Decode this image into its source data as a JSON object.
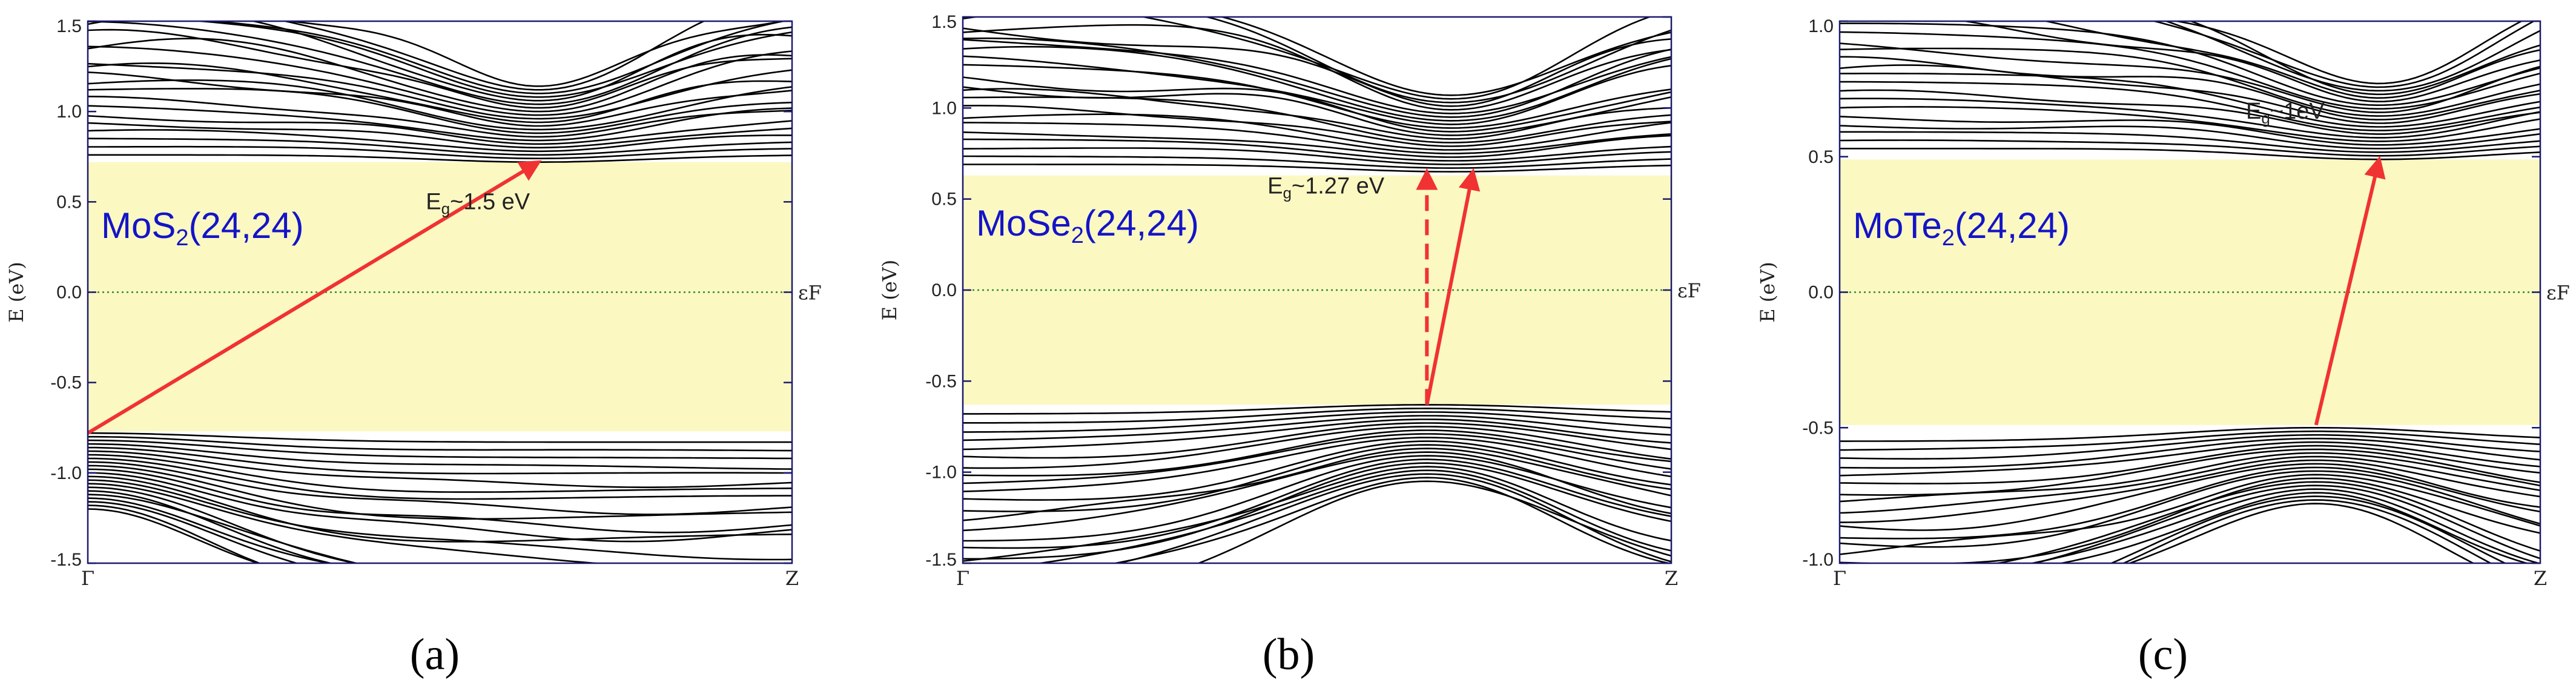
{
  "chart_data": [
    {
      "type": "line",
      "panel": "(a)",
      "material_base": "MoS",
      "material_sub": "2",
      "material_tail": "(24,24)",
      "ylabel": "E (eV)",
      "fermi_label": "εF",
      "x_ticks": [
        "Γ",
        "Z"
      ],
      "ylim": [
        -1.5,
        1.5
      ],
      "y_ticks": [
        "1.5",
        "1.0",
        "0.5",
        "0.0",
        "-0.5",
        "-1.0",
        "-1.5"
      ],
      "y_tick_values": [
        1.5,
        1.0,
        0.5,
        0.0,
        -0.5,
        -1.0,
        -1.5
      ],
      "gap_shade": [
        -0.77,
        0.72
      ],
      "gap_text": "Eg~1.5 eV",
      "gap_text_pre": "E",
      "gap_text_sub": "g",
      "gap_text_post": "~1.5 eV",
      "arrows": [
        {
          "x0": 0.0,
          "y0": -0.78,
          "x1": 0.64,
          "y1": 0.72,
          "style": "solid"
        }
      ],
      "valence": {
        "top": -0.78,
        "peak_x": 0.0,
        "bottom": -1.5
      },
      "conduction": {
        "min": 0.72,
        "min_x": 0.64,
        "top": 1.5
      }
    },
    {
      "type": "line",
      "panel": "(b)",
      "material_base": "MoSe",
      "material_sub": "2",
      "material_tail": "(24,24)",
      "ylabel": "E (eV)",
      "fermi_label": "εF",
      "x_ticks": [
        "Γ",
        "Z"
      ],
      "ylim": [
        -1.5,
        1.5
      ],
      "y_ticks": [
        "1.5",
        "1.0",
        "0.5",
        "0.0",
        "-0.5",
        "-1.0",
        "-1.5"
      ],
      "y_tick_values": [
        1.5,
        1.0,
        0.5,
        0.0,
        -0.5,
        -1.0,
        -1.5
      ],
      "gap_shade": [
        -0.63,
        0.63
      ],
      "gap_text": "Eg~1.27 eV",
      "gap_text_pre": "E",
      "gap_text_sub": "g",
      "gap_text_post": "~1.27 eV",
      "arrows": [
        {
          "x0": 0.655,
          "y0": -0.63,
          "x1": 0.655,
          "y1": 0.65,
          "style": "dashed"
        },
        {
          "x0": 0.655,
          "y0": -0.63,
          "x1": 0.72,
          "y1": 0.65,
          "style": "solid"
        }
      ],
      "valence": {
        "top": -0.63,
        "peak_x": 0.655,
        "bottom": -1.5
      },
      "conduction": {
        "min": 0.65,
        "min_x": 0.69,
        "top": 1.5
      }
    },
    {
      "type": "line",
      "panel": "(c)",
      "material_base": "MoTe",
      "material_sub": "2",
      "material_tail": "(24,24)",
      "ylabel": "E (eV)",
      "fermi_label": "εF",
      "x_ticks": [
        "Γ",
        "Z"
      ],
      "ylim": [
        -1.0,
        1.0
      ],
      "y_ticks": [
        "1.0",
        "0.5",
        "0.0",
        "-0.5",
        "-1.0"
      ],
      "y_tick_values": [
        1.0,
        0.5,
        0.0,
        -0.5,
        -1.0
      ],
      "gap_shade": [
        -0.49,
        0.49
      ],
      "gap_text": "Eg~1eV",
      "gap_text_pre": "E",
      "gap_text_sub": "g",
      "gap_text_post": "~1eV",
      "arrows": [
        {
          "x0": 0.68,
          "y0": -0.49,
          "x1": 0.77,
          "y1": 0.49,
          "style": "solid"
        }
      ],
      "valence": {
        "top": -0.5,
        "peak_x": 0.68,
        "bottom": -1.0
      },
      "conduction": {
        "min": 0.49,
        "min_x": 0.77,
        "top": 1.0
      }
    }
  ],
  "colors": {
    "band": "#000000",
    "gap_shade": "#fbf8c2",
    "fermi_line": "#2e8b2e",
    "arrow": "#f03232",
    "material_label": "#1414c8",
    "frame": "#1a1a6e"
  }
}
